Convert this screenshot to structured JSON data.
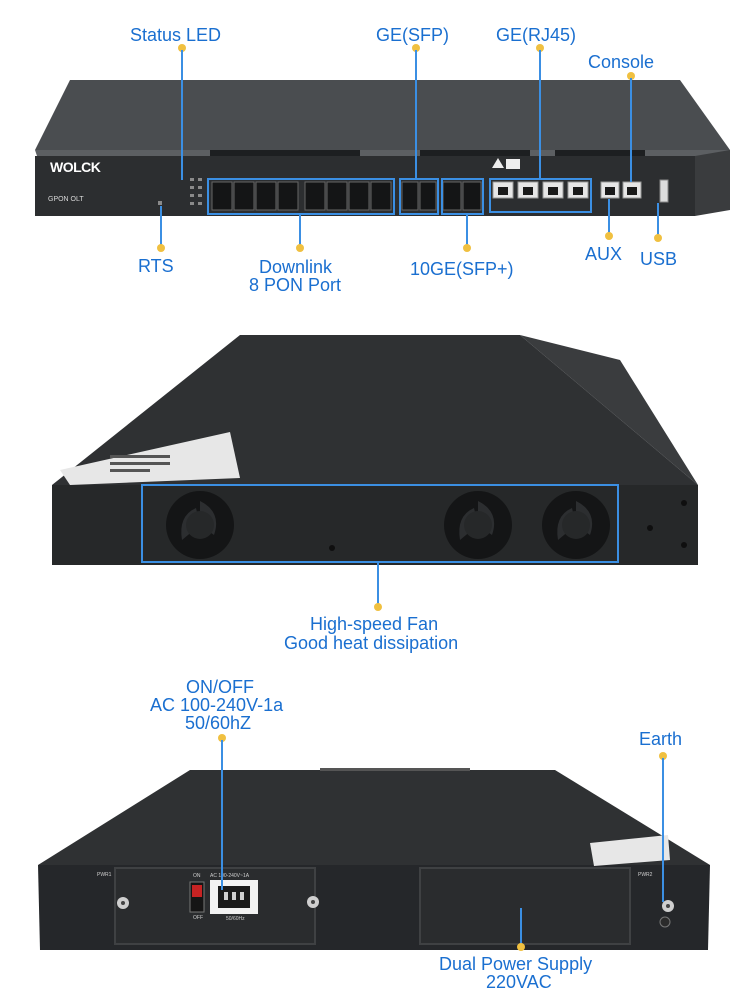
{
  "photo1": {
    "brand": "WOLCK",
    "model": "GPON OLT",
    "labels": {
      "status_led": "Status LED",
      "ge_sfp": "GE(SFP)",
      "ge_rj45": "GE(RJ45)",
      "console": "Console",
      "rts": "RTS",
      "downlink_1": "Downlink",
      "downlink_2": "8 PON Port",
      "tenge_sfp": "10GE(SFP+)",
      "aux": "AUX",
      "usb": "USB"
    }
  },
  "photo2": {
    "labels": {
      "fan_1": "High-speed Fan",
      "fan_2": "Good heat dissipation"
    }
  },
  "photo3": {
    "pwr1": "PWR1",
    "pwr2": "PWR2",
    "switch_on": "ON",
    "switch_off": "OFF",
    "socket_rating": "AC 100-240V~1A",
    "socket_freq": "50/60Hz",
    "labels": {
      "onoff_1": "ON/OFF",
      "onoff_2": "AC 100-240V-1a",
      "onoff_3": "50/60hZ",
      "earth": "Earth",
      "dual_1": "Dual Power Supply",
      "dual_2": "220VAC"
    }
  },
  "colors": {
    "label_blue": "#1a6fd0",
    "leader_blue": "#3b8fe3",
    "dot_yellow": "#f0c040",
    "chassis_dark": "#2e3032"
  }
}
